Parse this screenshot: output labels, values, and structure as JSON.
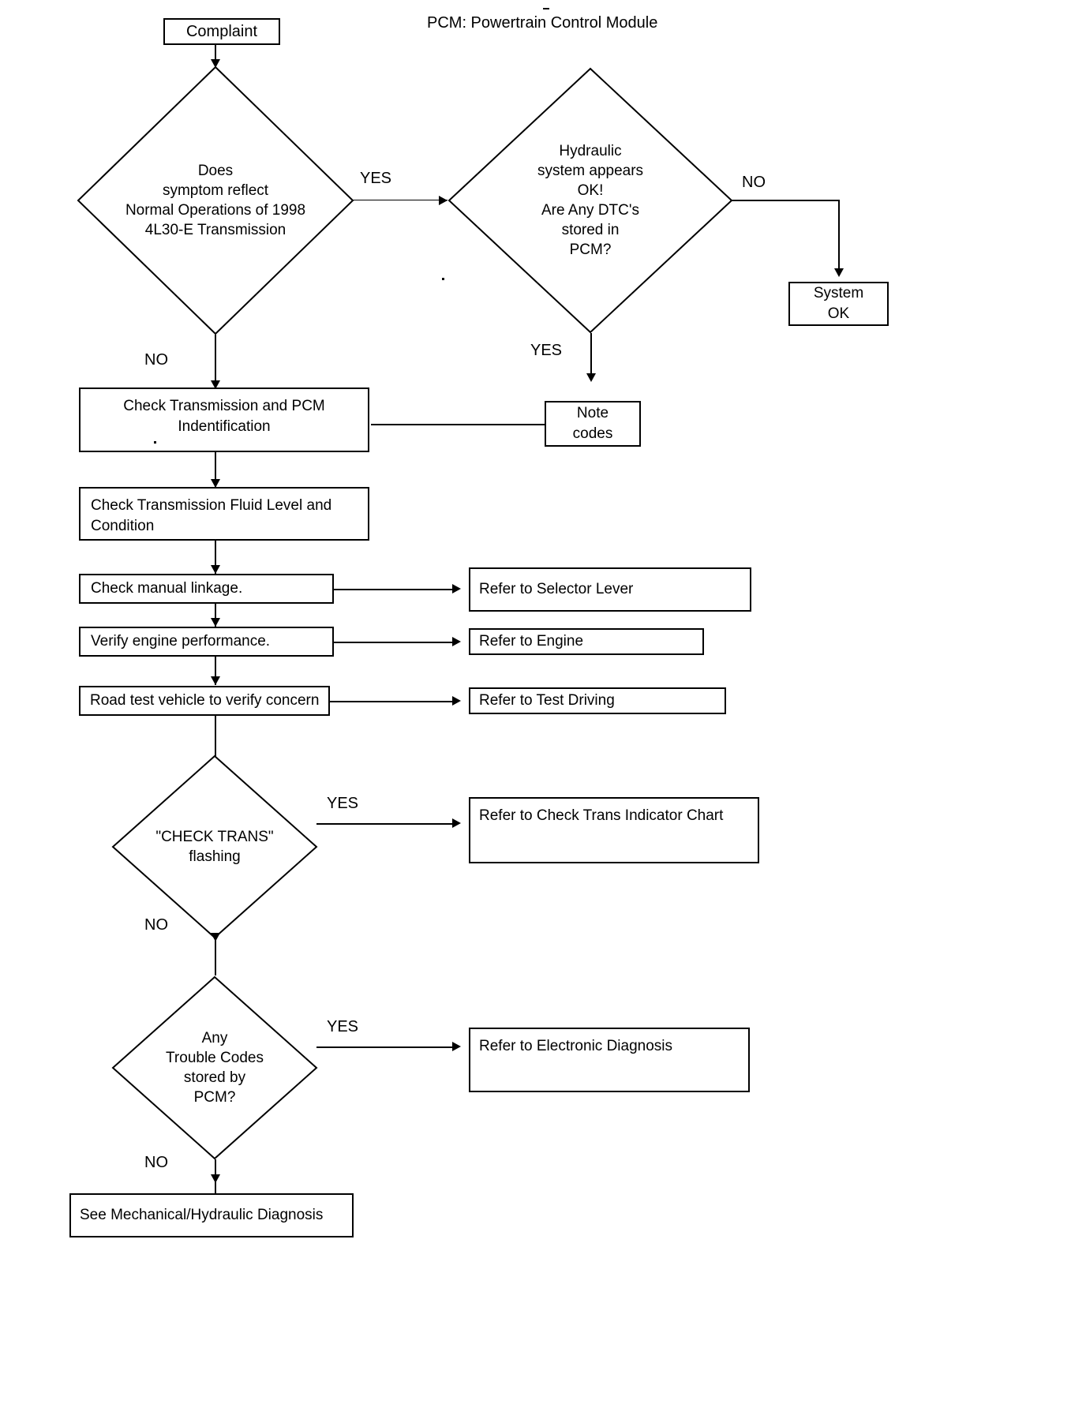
{
  "legend": {
    "text": "PCM:  Powertrain Control Module"
  },
  "nodes": {
    "complaint": "Complaint",
    "decision_normal_ops": "Does\nsymptom reflect\nNormal Operations of 1998\n4L30-E Transmission",
    "decision_hydraulic": "Hydraulic\nsystem appears\nOK!\nAre Any DTC's\nstored in\nPCM?",
    "system_ok": "System\nOK",
    "note_codes": "Note\ncodes",
    "check_trans_pcm_id": "Check Transmission and PCM\nIndentification",
    "check_fluid": "Check Transmission Fluid Level and\nCondition",
    "check_linkage": "Check manual linkage.",
    "refer_selector_lever": "Refer to Selector Lever",
    "verify_engine": "Verify engine performance.",
    "refer_engine": "Refer to Engine",
    "road_test": "Road test vehicle to verify concern",
    "refer_test_driving": "Refer to Test Driving",
    "decision_check_trans_flashing": "\"CHECK TRANS\"\nflashing",
    "refer_check_trans_chart": "Refer to Check Trans Indicator Chart",
    "decision_trouble_codes": "Any\nTrouble Codes\nstored by\nPCM?",
    "refer_electronic_diag": "Refer to Electronic Diagnosis",
    "see_mech_hyd_diag": "See Mechanical/Hydraulic Diagnosis"
  },
  "edge_labels": {
    "yes_1": "YES",
    "no_1": "NO",
    "no_2": "NO",
    "yes_2": "YES",
    "yes_3": "YES",
    "no_3": "NO",
    "yes_4": "YES",
    "no_4": "NO"
  },
  "colors": {
    "stroke": "#000000",
    "background": "#ffffff"
  }
}
